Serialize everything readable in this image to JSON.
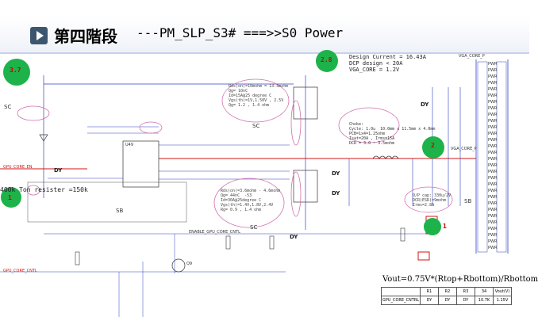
{
  "title": {
    "chinese": "第四階段",
    "english": "---PM_SLP_S3# ===>>S0 Power"
  },
  "regulator_note": {
    "lines": [
      "Design Current = 16.43A",
      "DCP design < 20A",
      "VGA_CORE = 1.2V"
    ]
  },
  "bubbles": {
    "b1": "3.7",
    "b2": "2.8",
    "b3": "1",
    "b4": "2",
    "b5": "1"
  },
  "labels": {
    "left_resistor": "400k Ton resister =150k",
    "sc_top": "SC",
    "sc_mid": "SC",
    "sc_low": "SC",
    "sb_left": "SB",
    "sb_right": "SB",
    "dy1": "DY",
    "dy2": "DY",
    "dy3": "DY",
    "dy4": "DY",
    "dy5": "DY",
    "vga_core_right": "VGA_CORE_P",
    "vga_core_top": "VGA_CORE_P",
    "gpu_core_en": "GPU_CORE_EN",
    "gpu_core_cntl": "GPU_CORE_CNTL",
    "enable_gpu": "ENABLE_GPU_CORE_CNTL",
    "pwr": "PWR",
    "ic_left": "U49",
    "ic_right": "Q9"
  },
  "mosfet_note_top": "Rds(on)=10mohm = 13.5mohm\nQg= 10nC\nId=15A@25 degree C\nVgs(th)=1V,1.50V , 2.5V\nQg= 1.2 , 1.4 ohm",
  "mosfet_note_bot": "Rds(on)=3.6mohm - 4.6mohm\nQg= 44nC  -53\nId=30A@25degree C\nVgs(th)=1.4V,1.8V,2.4V\nRg= 0.9 , 1.4 ohm",
  "choke_note": "Choke:\nCycle: 1.0u  10.0mm x 11.5mm x 4.0mm\nPCB=1x4=1.25ohm\nIsat=20A , Irms=15A\nDCR = 3.0 ~ 3.5mohm",
  "cap_note": "O/P cap: 330u/2V\nDCR(ESR)=9mohm\nIrms=2.8A",
  "formula": "Vout=0.75V*(Rtop+Rbottom)/Rbottom",
  "table": {
    "header": [
      "",
      "R1",
      "R2",
      "R3",
      "34",
      "Vout(V)"
    ],
    "row": [
      "GPU_CORE_CNTRL",
      "DY",
      "DY",
      "DY",
      "10.7K",
      "1.15V"
    ]
  },
  "pwr_pins": [
    "PWR",
    "PWR",
    "PWR",
    "PWR",
    "PWR",
    "PWR",
    "PWR",
    "PWR",
    "PWR",
    "PWR",
    "PWR",
    "PWR",
    "PWR",
    "PWR",
    "PWR",
    "PWR",
    "PWR",
    "PWR",
    "PWR",
    "PWR",
    "PWR",
    "PWR",
    "PWR",
    "PWR",
    "PWR",
    "PWR",
    "PWR",
    "PWR",
    "PWR",
    "PWR"
  ],
  "colors": {
    "wire_blue": "#3040c0",
    "wire_red": "#d21414",
    "bubble_green": "#1db34a",
    "bubble_red": "#e01010",
    "ellipse": "#d070b0"
  }
}
